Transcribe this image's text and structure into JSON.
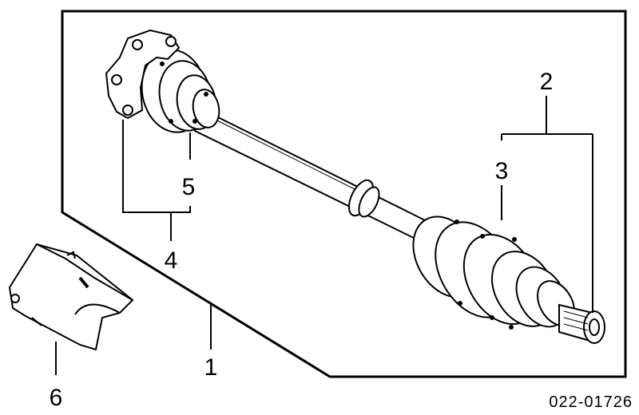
{
  "diagram": {
    "callouts": {
      "c1": "1",
      "c2": "2",
      "c3": "3",
      "c4": "4",
      "c5": "5",
      "c6": "6"
    },
    "part_number": "022-01726"
  },
  "colors": {
    "line": "#000000",
    "background": "#ffffff"
  }
}
